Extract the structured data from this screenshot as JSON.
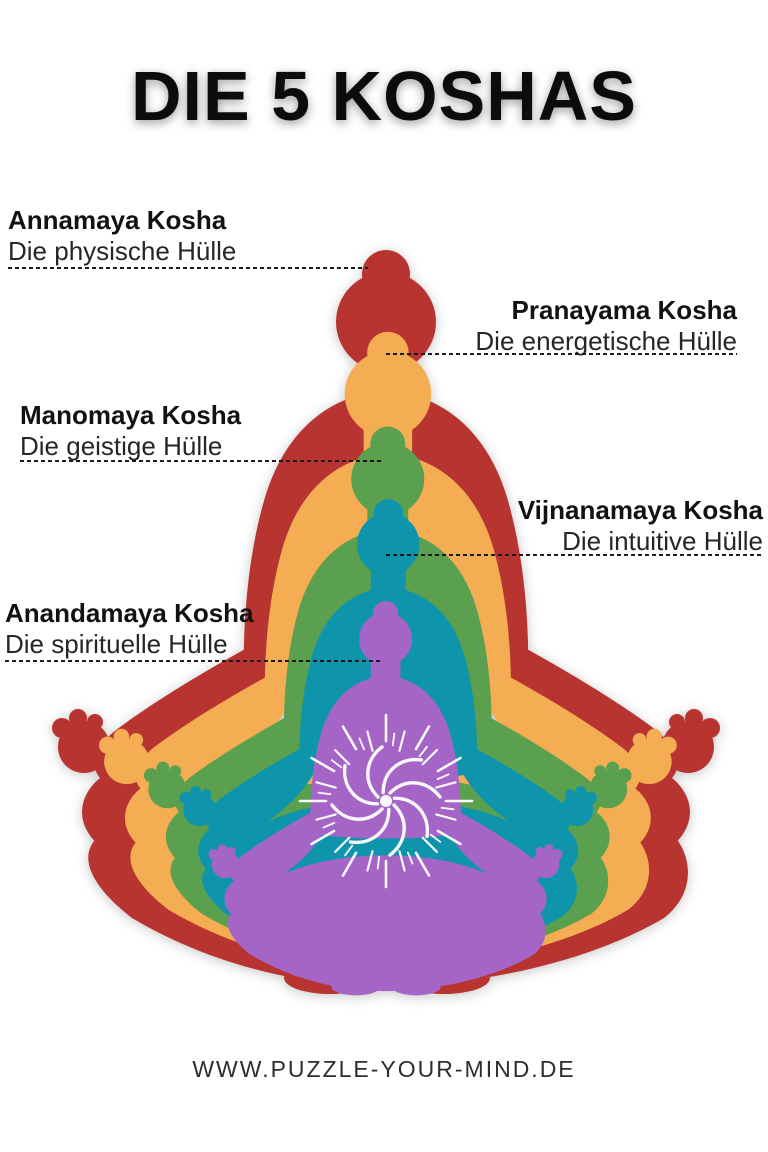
{
  "title": "DIE 5 KOSHAS",
  "labels": [
    {
      "name": "Annamaya Kosha",
      "desc": "Die physische Hülle",
      "side": "left"
    },
    {
      "name": "Pranayama Kosha",
      "desc": "Die energetische Hülle",
      "side": "right"
    },
    {
      "name": "Manomaya Kosha",
      "desc": "Die geistige Hülle",
      "side": "left"
    },
    {
      "name": "Vijnanamaya Kosha",
      "desc": "Die intuitive Hülle",
      "side": "right"
    },
    {
      "name": "Anandamaya Kosha",
      "desc": "Die spirituelle Hülle",
      "side": "left"
    }
  ],
  "figure": {
    "layers": [
      {
        "kosha": "Annamaya Kosha",
        "color": "#b83431"
      },
      {
        "kosha": "Pranayama Kosha",
        "color": "#f5ad53"
      },
      {
        "kosha": "Manomaya Kosha",
        "color": "#5ba04e"
      },
      {
        "kosha": "Vijnanamaya Kosha",
        "color": "#0f95ab"
      },
      {
        "kosha": "Anandamaya Kosha",
        "color": "#a565c6"
      }
    ],
    "mandala_color": "#ffffff"
  },
  "footer": {
    "url": "WWW.PUZZLE-YOUR-MIND.DE"
  }
}
